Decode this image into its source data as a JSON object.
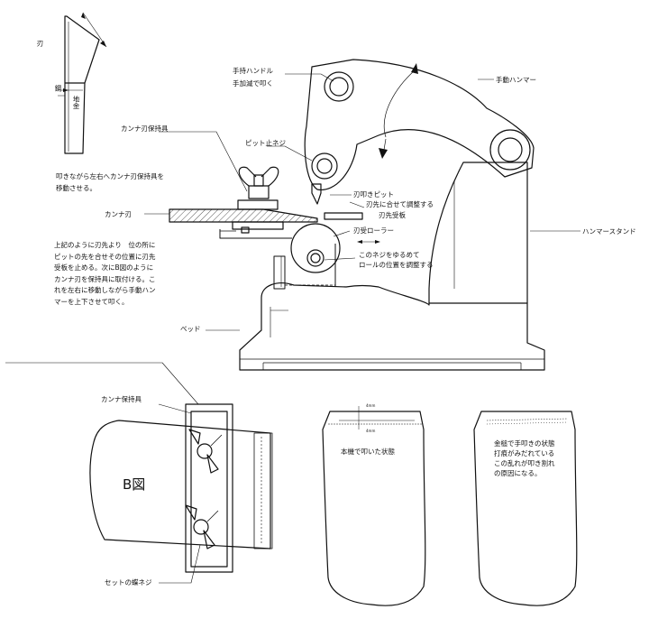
{
  "diagram": {
    "labels": {
      "handle": "手持ハンドル",
      "hand_adjust": "手加減で叩く",
      "hammer": "手動ハンマー",
      "pitch_stop_screw": "ピット止ネジ",
      "blade_holder": "カンナ刃保持具",
      "blade_pitch": "刃叩きピット",
      "blade_tip_adjust": "刃先に合せて調整する",
      "tip_receiver": "刃先受板",
      "blade": "カンナ刃",
      "blade_roller": "刃受ローラー",
      "roller_adjust_1": "このネジをゆるめて",
      "roller_adjust_2": "ロールの位置を調整する",
      "hammer_stand": "ハンマースタンド",
      "bed": "ベッド",
      "cut_blade": "刃",
      "steel": "鋼",
      "base_metal": "地金",
      "holder": "カンナ保持具",
      "set_wing_screw": "セットの蝶ネジ",
      "fig_b": "B図",
      "result_label": "本機で叩いた状態",
      "dim_top": "4mm",
      "dim_bottom": "4mm"
    },
    "notes": {
      "move_holder": [
        "叩きながら左右へカンナ刃保持具を",
        "移動させる。"
      ],
      "instructions": [
        "上記のように刃先より　位の所に",
        "ピットの先を合せその位置に刃先",
        "受板を止める。次にB図のように",
        "カンナ刃を保持具に取付ける。こ",
        "れを左右に移動しながら手動ハン",
        "マーを上下させて叩く。"
      ],
      "bad_result": [
        "金槌で手叩きの状態",
        "打痕がみだれている",
        "この乱れが叩き割れ",
        "の原因になる。"
      ]
    }
  }
}
